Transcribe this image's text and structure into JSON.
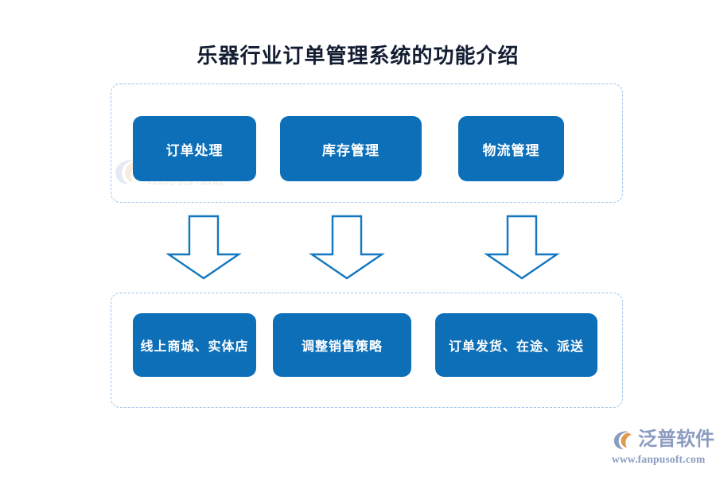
{
  "title": "乐器行业订单管理系统的功能介绍",
  "colors": {
    "box_fill": "#0d6fb8",
    "box_text": "#ffffff",
    "group_border": "#9dc3ea",
    "arrow_stroke": "#1177c0",
    "arrow_fill": "#ffffff",
    "title_text": "#131d32",
    "logo_blue_gray": "#8b9cc0",
    "logo_orange": "#e09a4e"
  },
  "diagram": {
    "type": "flow",
    "groups": [
      {
        "id": "top",
        "name": "capability-group",
        "boxes": [
          {
            "id": "order-processing",
            "label": "订单处理"
          },
          {
            "id": "inventory-mgmt",
            "label": "库存管理"
          },
          {
            "id": "logistics-mgmt",
            "label": "物流管理"
          }
        ]
      },
      {
        "id": "bottom",
        "name": "outcome-group",
        "boxes": [
          {
            "id": "online-offline-store",
            "label": "线上商城、实体店"
          },
          {
            "id": "adjust-sales-strategy",
            "label": "调整销售策略"
          },
          {
            "id": "order-delivery",
            "label": "订单发货、在途、派送"
          }
        ]
      }
    ],
    "connectors": [
      {
        "id": "arrow-1",
        "from": "order-processing",
        "to": "online-offline-store",
        "direction": "down"
      },
      {
        "id": "arrow-2",
        "from": "inventory-mgmt",
        "to": "adjust-sales-strategy",
        "direction": "down"
      },
      {
        "id": "arrow-3",
        "from": "logistics-mgmt",
        "to": "order-delivery",
        "direction": "down"
      }
    ]
  },
  "watermark": {
    "cn": "泛普软件",
    "en": "FANPU SOFTWARE"
  },
  "brand": {
    "name": "泛普软件",
    "url": "www.fanpusoft.com"
  }
}
